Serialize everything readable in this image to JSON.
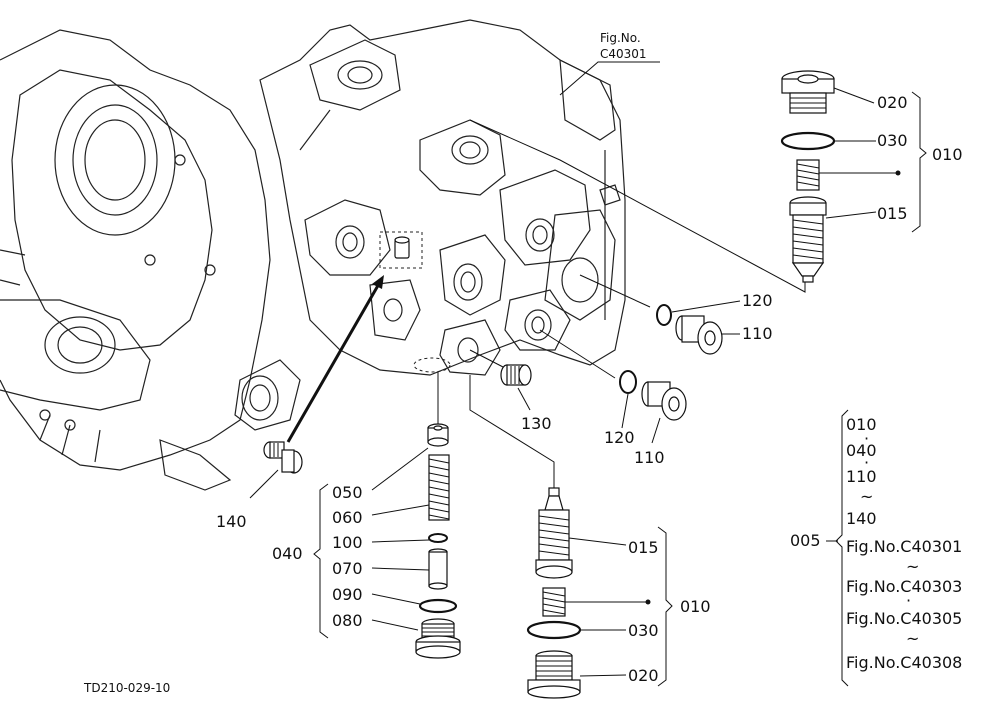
{
  "figure": {
    "fig_no_label": "Fig.No.",
    "fig_no_value": "C40301",
    "drawing_code": "TD210-029-10"
  },
  "top_valve_group": {
    "group_label": "010",
    "parts": [
      {
        "id": "020"
      },
      {
        "id": "030"
      },
      {
        "id": "015"
      }
    ]
  },
  "side_plugs": {
    "upper": {
      "oring": "120",
      "plug": "110"
    },
    "lower": {
      "oring": "120",
      "plug": "110"
    }
  },
  "fitting_130": "130",
  "fitting_140": "140",
  "relief_group": {
    "group_label": "040",
    "parts": [
      "050",
      "060",
      "100",
      "070",
      "090",
      "080"
    ]
  },
  "bottom_valve_group": {
    "group_label": "010",
    "parts": [
      "015",
      "030",
      "020"
    ]
  },
  "assembly_note": {
    "ref": "005",
    "items": [
      "010",
      "040",
      "110",
      "140"
    ],
    "figs": [
      "Fig.No.C40301",
      "Fig.No.C40303",
      "Fig.No.C40305",
      "Fig.No.C40308"
    ],
    "dot": "·",
    "tilde": "~"
  }
}
